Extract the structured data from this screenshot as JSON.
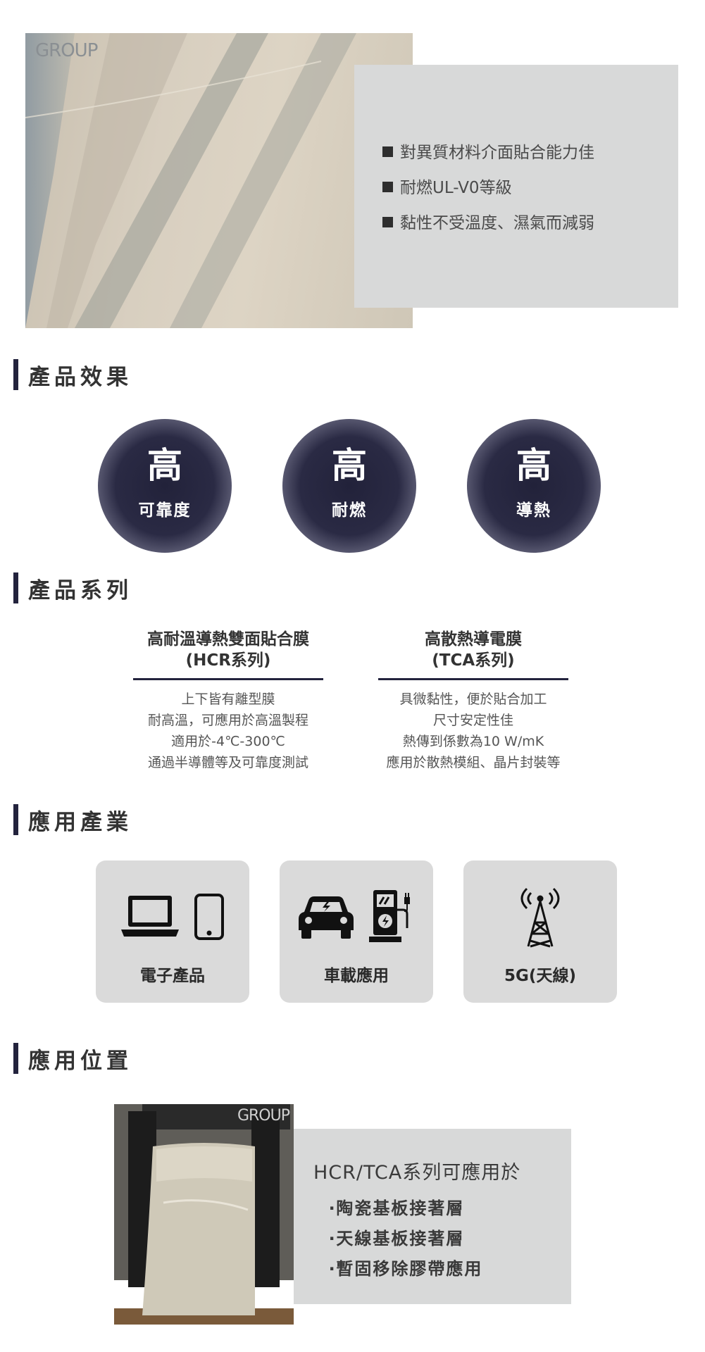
{
  "hero": {
    "logo": "GROUP",
    "features": [
      "對異質材料介面貼合能力佳",
      "耐燃UL-V0等級",
      "黏性不受溫度、濕氣而減弱"
    ]
  },
  "effects": {
    "heading": "產品效果",
    "items": [
      {
        "big": "高",
        "small": "可靠度"
      },
      {
        "big": "高",
        "small": "耐燃"
      },
      {
        "big": "高",
        "small": "導熱"
      }
    ]
  },
  "series": {
    "heading": "產品系列",
    "items": [
      {
        "title": "高耐溫導熱雙面貼合膜",
        "subtitle": "(HCR系列)",
        "lines": [
          "上下皆有離型膜",
          "耐高溫，可應用於高溫製程",
          "適用於-4℃-300℃",
          "通過半導體等及可靠度測試"
        ]
      },
      {
        "title": "高散熱導電膜",
        "subtitle": "(TCA系列)",
        "lines": [
          "具微黏性，便於貼合加工",
          "尺寸安定性佳",
          "熱傳到係數為10 W/mK",
          "應用於散熱模組、晶片封裝等"
        ]
      }
    ]
  },
  "industries": {
    "heading": "應用產業",
    "items": [
      {
        "label": "電子產品",
        "icons": [
          "laptop-icon",
          "phone-icon"
        ]
      },
      {
        "label": "車載應用",
        "icons": [
          "car-icon",
          "ev-charger-icon"
        ]
      },
      {
        "label": "5G(天線)",
        "icons": [
          "antenna-tower-icon"
        ]
      }
    ]
  },
  "position": {
    "heading": "應用位置",
    "logo": "GROUP",
    "intro": "HCR/TCA系列可應用於",
    "items": [
      "‧陶瓷基板接著層",
      "‧天線基板接著層",
      "‧暫固移除膠帶應用"
    ]
  },
  "colors": {
    "accent": "#23233d",
    "panel": "#d8d9d9",
    "card": "#dadada"
  }
}
